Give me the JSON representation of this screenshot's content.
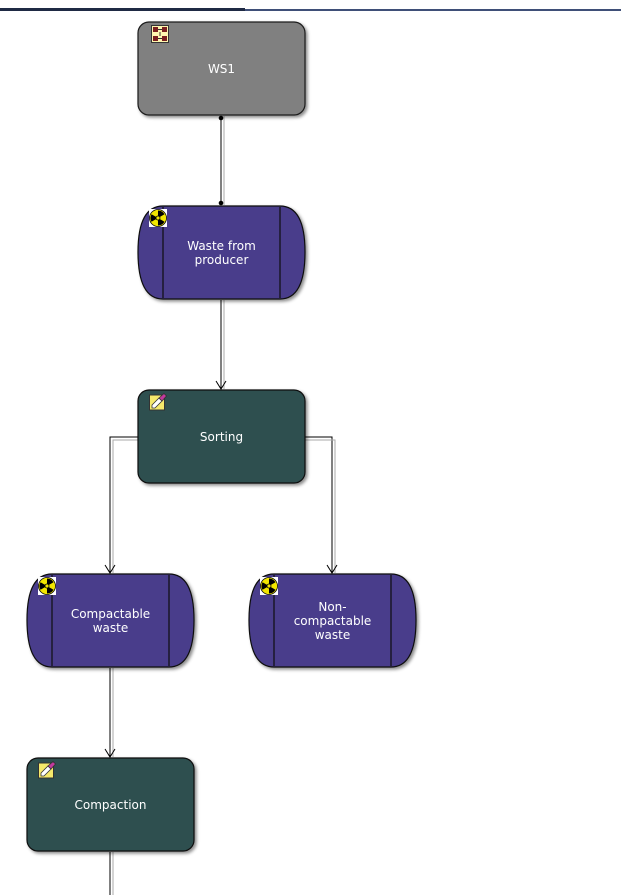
{
  "nodes": [
    {
      "id": "ws1",
      "kind": "workstation",
      "label": "WS1",
      "icon": "workstation-icon"
    },
    {
      "id": "waste-from-producer",
      "kind": "waste-stream",
      "label": "Waste from\nproducer",
      "icon": "radiation-icon"
    },
    {
      "id": "sorting",
      "kind": "process",
      "label": "Sorting",
      "icon": "process-edit-icon"
    },
    {
      "id": "compactable-waste",
      "kind": "waste-stream",
      "label": "Compactable\nwaste",
      "icon": "radiation-icon"
    },
    {
      "id": "non-compactable-waste",
      "kind": "waste-stream",
      "label": "Non-\ncompactable\nwaste",
      "icon": "radiation-icon"
    },
    {
      "id": "compaction",
      "kind": "process",
      "label": "Compaction",
      "icon": "process-edit-icon"
    }
  ],
  "edges": [
    {
      "from": "ws1",
      "to": "waste-from-producer"
    },
    {
      "from": "waste-from-producer",
      "to": "sorting"
    },
    {
      "from": "sorting",
      "to": "compactable-waste"
    },
    {
      "from": "sorting",
      "to": "non-compactable-waste"
    },
    {
      "from": "compactable-waste",
      "to": "compaction"
    }
  ],
  "colors": {
    "workstation": "#808080",
    "waste_stream": "#483d8b",
    "process": "#2f4f4f",
    "radiation_yellow": "#f2e600"
  }
}
